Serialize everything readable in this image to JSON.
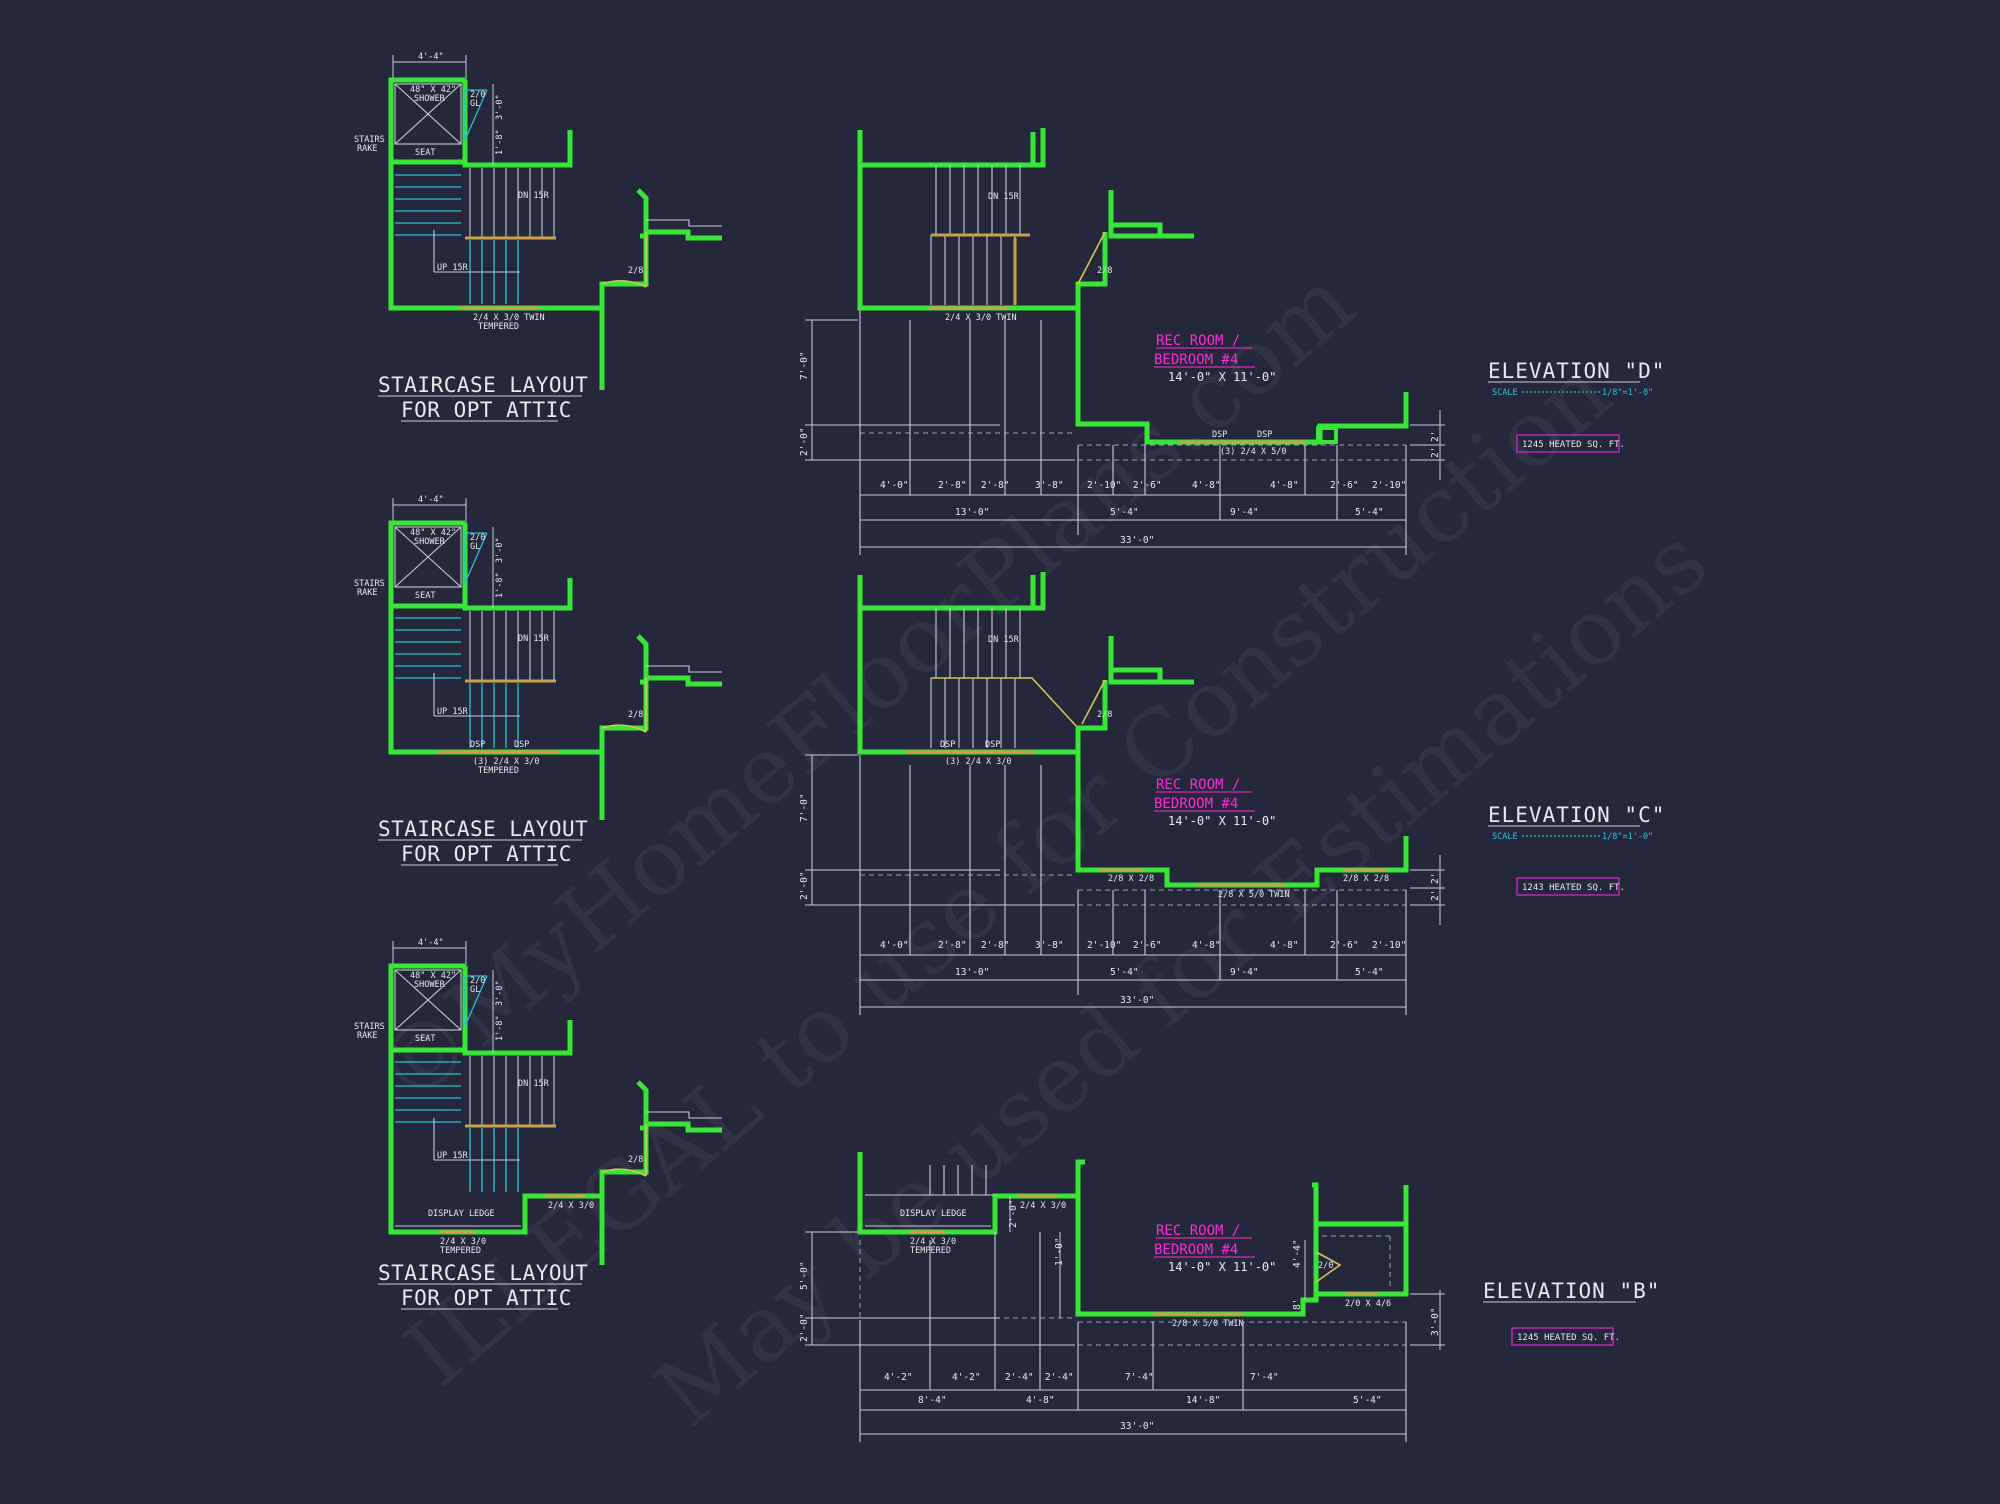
{
  "watermark": {
    "line1": "©MyHomeFloorPlans.com",
    "line2": "ILLEGAL to use for Construction",
    "line3": "May be used for Estimations"
  },
  "staircase_layouts": [
    {
      "title1": "STAIRCASE LAYOUT",
      "title2": "FOR OPT ATTIC",
      "top_dim": "4'-4\"",
      "shower": "48\" X 42\"",
      "shower2": "SHOWER",
      "door_gl": "2/0",
      "door_gl2": "GL",
      "dim_v1": "3'-0\"",
      "dim_v2": "1'-8\"",
      "stairs": "STAIRS",
      "rake": "RAKE",
      "seat": "SEAT",
      "dn": "DN 15R",
      "up": "UP 15R",
      "door": "2/8",
      "window": "2/4 X 3/0 TWIN",
      "window2": "TEMPERED"
    },
    {
      "title1": "STAIRCASE LAYOUT",
      "title2": "FOR OPT ATTIC",
      "top_dim": "4'-4\"",
      "shower": "48\" X 42\"",
      "shower2": "SHOWER",
      "door_gl": "2/0",
      "door_gl2": "GL",
      "dim_v1": "3'-0\"",
      "dim_v2": "1'-8\"",
      "stairs": "STAIRS",
      "rake": "RAKE",
      "seat": "SEAT",
      "dn": "DN 15R",
      "up": "UP 15R",
      "door": "2/8",
      "dsp": "DSP",
      "window": "(3) 2/4 X 3/0",
      "window2": "TEMPERED"
    },
    {
      "title1": "STAIRCASE LAYOUT",
      "title2": "FOR OPT ATTIC",
      "top_dim": "4'-4\"",
      "shower": "48\" X 42\"",
      "shower2": "SHOWER",
      "door_gl": "2/0",
      "door_gl2": "GL",
      "dim_v1": "3'-0\"",
      "dim_v2": "1'-8\"",
      "stairs": "STAIRS",
      "rake": "RAKE",
      "seat": "SEAT",
      "dn": "DN 15R",
      "up": "UP 15R",
      "door": "2/8",
      "ledge": "DISPLAY LEDGE",
      "window_side": "2/4 X 3/0",
      "window": "2/4 X 3/0",
      "window2": "TEMPERED"
    }
  ],
  "elevations": [
    {
      "name": "ELEVATION \"D\"",
      "scale_label": "SCALE",
      "scale_value": "1/8\"=1'-0\"",
      "sqft": "1245 HEATED SQ. FT.",
      "room": "REC ROOM /",
      "room2": "BEDROOM #4",
      "room_dim": "14'-0\" X 11'-0\"",
      "top_window": "2/4 X 3/0 TWIN",
      "dn": "DN 15R",
      "door": "2/8",
      "dsp": "DSP",
      "front_window": "(3) 2/4 X 5/0",
      "left_dims": [
        "7'-0\"",
        "2'-0\""
      ],
      "right_dims": [
        "2'",
        "2'"
      ],
      "dims_row1": [
        "4'-0\"",
        "2'-8\"",
        "2'-8\"",
        "3'-8\"",
        "2'-10\"",
        "2'-6\"",
        "4'-8\"",
        "4'-8\"",
        "2'-6\"",
        "2'-10\""
      ],
      "dims_row2": [
        "13'-0\"",
        "5'-4\"",
        "9'-4\"",
        "5'-4\""
      ],
      "dims_total": "33'-0\""
    },
    {
      "name": "ELEVATION \"C\"",
      "scale_label": "SCALE",
      "scale_value": "1/8\"=1'-0\"",
      "sqft": "1243 HEATED SQ. FT.",
      "room": "REC ROOM /",
      "room2": "BEDROOM #4",
      "room_dim": "14'-0\" X 11'-0\"",
      "top_window": "(3) 2/4 X 3/0",
      "dn": "DN 15R",
      "door": "2/8",
      "dsp": "DSP",
      "win_a": "2/8 X 2/8",
      "front_window": "2/8 X 5/0 TWIN",
      "win_b": "2/8 X 2/8",
      "left_dims": [
        "7'-0\"",
        "2'-0\""
      ],
      "right_dims": [
        "2'",
        "2'"
      ],
      "dims_row1": [
        "4'-0\"",
        "2'-8\"",
        "2'-8\"",
        "3'-8\"",
        "2'-10\"",
        "2'-6\"",
        "4'-8\"",
        "4'-8\"",
        "2'-6\"",
        "2'-10\""
      ],
      "dims_row2": [
        "13'-0\"",
        "5'-4\"",
        "9'-4\"",
        "5'-4\""
      ],
      "dims_total": "33'-0\""
    },
    {
      "name": "ELEVATION \"B\"",
      "sqft": "1245 HEATED SQ. FT.",
      "room": "REC ROOM /",
      "room2": "BEDROOM #4",
      "room_dim": "14'-0\" X 11'-0\"",
      "ledge": "DISPLAY LEDGE",
      "top_window": "2/4 X 3/0",
      "top_window2": "TEMPERED",
      "side_window": "2/4 X 3/0",
      "front_window": "2/8 X 5/0 TWIN",
      "door": "2/0",
      "small_window": "2/0 X 4/6",
      "left_dims": [
        "5'-0\"",
        "2'-0\""
      ],
      "inner_dims": [
        "2'-0\"",
        "1'-0\""
      ],
      "closet_dims": [
        "4'-4\"",
        "8'"
      ],
      "right_dim": "3'-0\"",
      "dims_row1": [
        "4'-2\"",
        "4'-2\"",
        "2'-4\"",
        "2'-4\"",
        "7'-4\"",
        "7'-4\""
      ],
      "dims_row2": [
        "8'-4\"",
        "4'-8\"",
        "14'-8\"",
        "5'-4\""
      ],
      "dims_total": "33'-0\""
    }
  ]
}
